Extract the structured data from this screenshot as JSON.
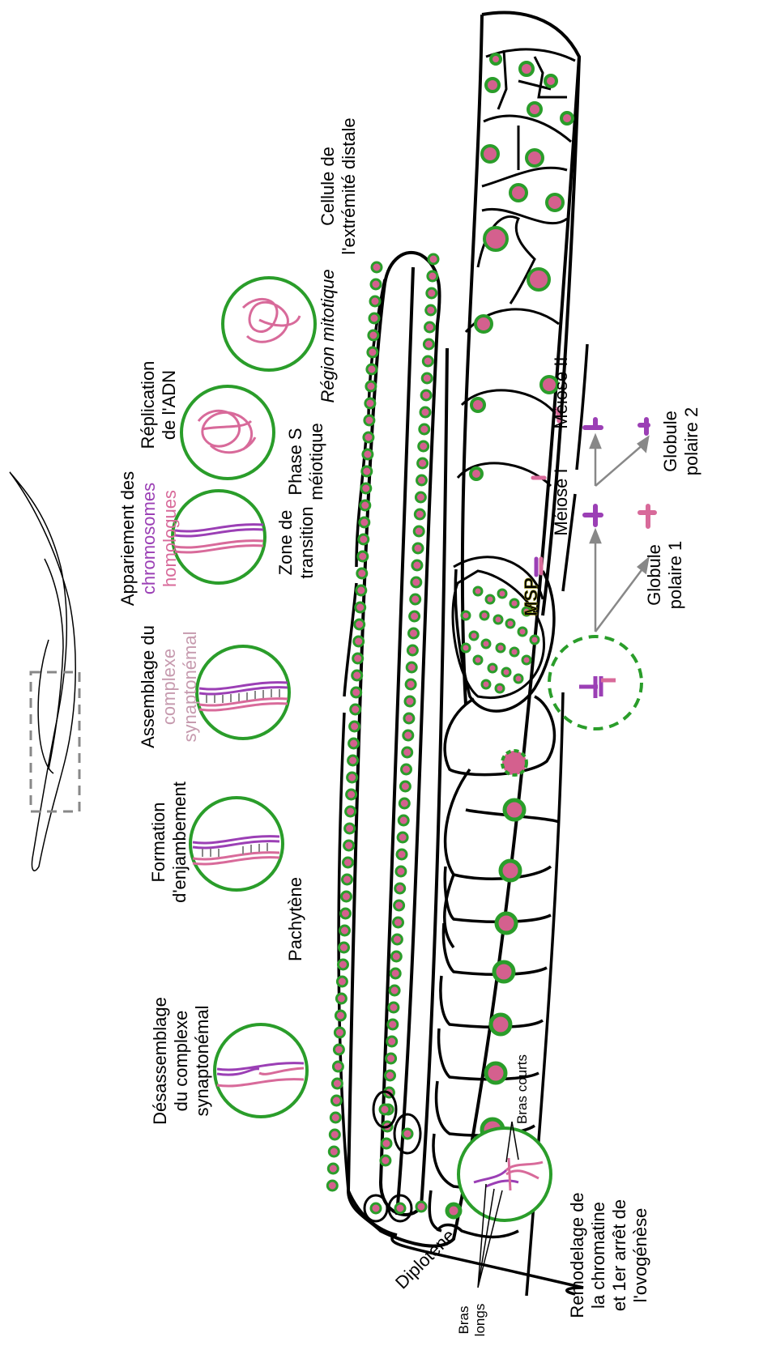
{
  "labels": {
    "distal_tip_cell": [
      "Cellule de",
      "l'extrémité distale"
    ],
    "mitotic_region": "Région mitotique",
    "meiotic_s_phase": [
      "Phase S",
      "méiotique"
    ],
    "transition_zone": [
      "Zone de",
      "transition"
    ],
    "pachytene": "Pachytène",
    "diplotene": "Diplotène",
    "meiosis_1": "Méiose I",
    "meiosis_2": "Méiose II",
    "polar_body_1": [
      "Globule",
      "polaire 1"
    ],
    "polar_body_2": [
      "Globule",
      "polaire 2"
    ],
    "msp": "MSP",
    "dna_replication": [
      "Réplication",
      "de l'ADN"
    ],
    "pairing": {
      "line1": "Appariement des",
      "line2": "chromosomes",
      "line3": "homologues"
    },
    "sc_assembly": {
      "line1": "Assemblage du",
      "line2": "complexe",
      "line3": "synaptonémal"
    },
    "crossover_formation": [
      "Formation",
      "d'enjambement"
    ],
    "sc_disassembly": [
      "Désassemblage",
      "du complexe",
      "synaptonémal"
    ],
    "remodeling": [
      "Remodelage de",
      "la chromatine",
      "et 1er arrêt de",
      "l'ovogénèse"
    ],
    "short_arms": "Bras courts",
    "long_arms": [
      "Bras",
      "longs"
    ]
  },
  "colors": {
    "nucleus_fill": "#d4608e",
    "nucleus_ring": "#2a9d2a",
    "chrom_purple": "#9b3fb5",
    "chrom_pink": "#d86a9a",
    "chrom_light": "#c69aae",
    "msp_yellow": "#e8df20",
    "arrow_gray": "#888888",
    "dash_gray": "#888888"
  }
}
